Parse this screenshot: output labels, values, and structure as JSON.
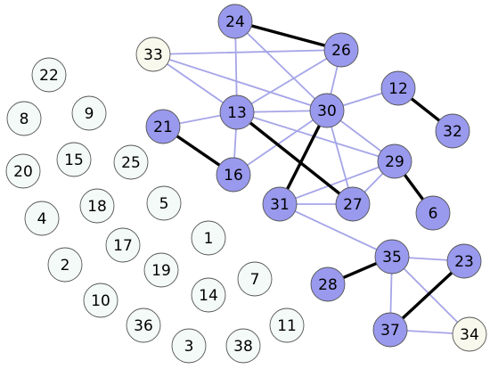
{
  "graph": {
    "colors": {
      "active_fill": "#9999ee",
      "inactive_fill": "#f3faf8",
      "highlight_fill": "#f8f8ec",
      "node_stroke": "#555555",
      "strong_edge": "#000000",
      "weak_edge": "#a5a5e8"
    },
    "nodes": [
      {
        "id": "n24",
        "label": "24",
        "kind": "active"
      },
      {
        "id": "n26",
        "label": "26",
        "kind": "active"
      },
      {
        "id": "n33",
        "label": "33",
        "kind": "highlight"
      },
      {
        "id": "n12",
        "label": "12",
        "kind": "active"
      },
      {
        "id": "n32",
        "label": "32",
        "kind": "active"
      },
      {
        "id": "n13",
        "label": "13",
        "kind": "active"
      },
      {
        "id": "n30",
        "label": "30",
        "kind": "active"
      },
      {
        "id": "n21",
        "label": "21",
        "kind": "active"
      },
      {
        "id": "n16",
        "label": "16",
        "kind": "active"
      },
      {
        "id": "n29",
        "label": "29",
        "kind": "active"
      },
      {
        "id": "n31",
        "label": "31",
        "kind": "active"
      },
      {
        "id": "n27",
        "label": "27",
        "kind": "active"
      },
      {
        "id": "n6",
        "label": "6",
        "kind": "active"
      },
      {
        "id": "n35",
        "label": "35",
        "kind": "active"
      },
      {
        "id": "n23",
        "label": "23",
        "kind": "active"
      },
      {
        "id": "n28",
        "label": "28",
        "kind": "active"
      },
      {
        "id": "n37",
        "label": "37",
        "kind": "active"
      },
      {
        "id": "n34",
        "label": "34",
        "kind": "highlight"
      },
      {
        "id": "n22",
        "label": "22",
        "kind": "inactive"
      },
      {
        "id": "n8",
        "label": "8",
        "kind": "inactive"
      },
      {
        "id": "n9",
        "label": "9",
        "kind": "inactive"
      },
      {
        "id": "n20",
        "label": "20",
        "kind": "inactive"
      },
      {
        "id": "n15",
        "label": "15",
        "kind": "inactive"
      },
      {
        "id": "n25",
        "label": "25",
        "kind": "inactive"
      },
      {
        "id": "n18",
        "label": "18",
        "kind": "inactive"
      },
      {
        "id": "n5",
        "label": "5",
        "kind": "inactive"
      },
      {
        "id": "n4",
        "label": "4",
        "kind": "inactive"
      },
      {
        "id": "n1",
        "label": "1",
        "kind": "inactive"
      },
      {
        "id": "n17",
        "label": "17",
        "kind": "inactive"
      },
      {
        "id": "n2",
        "label": "2",
        "kind": "inactive"
      },
      {
        "id": "n19",
        "label": "19",
        "kind": "inactive"
      },
      {
        "id": "n7",
        "label": "7",
        "kind": "inactive"
      },
      {
        "id": "n14",
        "label": "14",
        "kind": "inactive"
      },
      {
        "id": "n10",
        "label": "10",
        "kind": "inactive"
      },
      {
        "id": "n36",
        "label": "36",
        "kind": "inactive"
      },
      {
        "id": "n11",
        "label": "11",
        "kind": "inactive"
      },
      {
        "id": "n3",
        "label": "3",
        "kind": "inactive"
      },
      {
        "id": "n38",
        "label": "38",
        "kind": "inactive"
      }
    ],
    "edges": [
      {
        "from": "n33",
        "to": "n26",
        "type": "weak"
      },
      {
        "from": "n33",
        "to": "n13",
        "type": "weak"
      },
      {
        "from": "n33",
        "to": "n30",
        "type": "weak"
      },
      {
        "from": "n24",
        "to": "n13",
        "type": "weak"
      },
      {
        "from": "n24",
        "to": "n30",
        "type": "weak"
      },
      {
        "from": "n26",
        "to": "n13",
        "type": "weak"
      },
      {
        "from": "n26",
        "to": "n30",
        "type": "weak"
      },
      {
        "from": "n21",
        "to": "n13",
        "type": "weak"
      },
      {
        "from": "n13",
        "to": "n30",
        "type": "weak"
      },
      {
        "from": "n13",
        "to": "n16",
        "type": "weak"
      },
      {
        "from": "n13",
        "to": "n29",
        "type": "weak"
      },
      {
        "from": "n30",
        "to": "n12",
        "type": "weak"
      },
      {
        "from": "n30",
        "to": "n16",
        "type": "weak"
      },
      {
        "from": "n30",
        "to": "n29",
        "type": "weak"
      },
      {
        "from": "n30",
        "to": "n27",
        "type": "weak"
      },
      {
        "from": "n29",
        "to": "n27",
        "type": "weak"
      },
      {
        "from": "n29",
        "to": "n31",
        "type": "weak"
      },
      {
        "from": "n31",
        "to": "n27",
        "type": "weak"
      },
      {
        "from": "n31",
        "to": "n35",
        "type": "weak"
      },
      {
        "from": "n35",
        "to": "n23",
        "type": "weak"
      },
      {
        "from": "n35",
        "to": "n37",
        "type": "weak"
      },
      {
        "from": "n35",
        "to": "n34",
        "type": "weak"
      },
      {
        "from": "n37",
        "to": "n34",
        "type": "weak"
      },
      {
        "from": "n24",
        "to": "n26",
        "type": "strong"
      },
      {
        "from": "n12",
        "to": "n32",
        "type": "strong"
      },
      {
        "from": "n21",
        "to": "n16",
        "type": "strong"
      },
      {
        "from": "n13",
        "to": "n27",
        "type": "strong"
      },
      {
        "from": "n30",
        "to": "n31",
        "type": "strong"
      },
      {
        "from": "n29",
        "to": "n6",
        "type": "strong"
      },
      {
        "from": "n28",
        "to": "n35",
        "type": "strong"
      },
      {
        "from": "n23",
        "to": "n37",
        "type": "strong"
      }
    ]
  }
}
